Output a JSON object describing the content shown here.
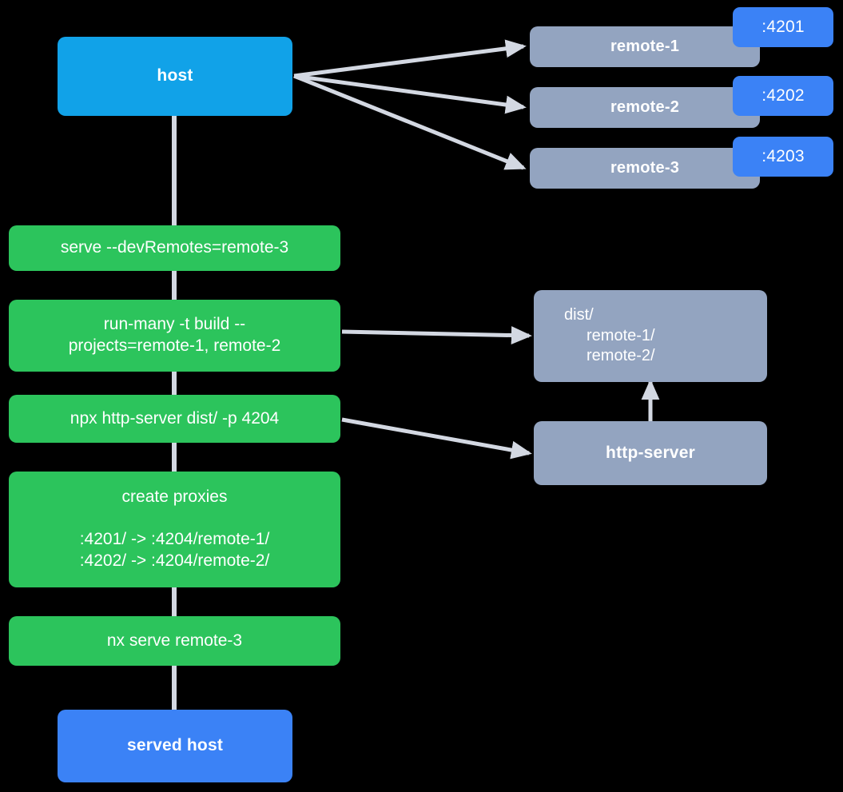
{
  "diagram": {
    "title": "nx module federation serve flow",
    "background": "#000000",
    "colors": {
      "host": "#11a2e8",
      "served_host": "#3b82f6",
      "command": "#2cc45c",
      "remote": "#93a4c0",
      "badge": "#3b82f6",
      "edge": "#d3d8e2"
    }
  },
  "nodes": {
    "host": {
      "label": "host"
    },
    "served_host": {
      "label": "served host"
    },
    "remotes": [
      {
        "label": "remote-1",
        "port": ":4201"
      },
      {
        "label": "remote-2",
        "port": ":4202"
      },
      {
        "label": "remote-3",
        "port": ":4203"
      }
    ],
    "commands": [
      {
        "id": "serve",
        "line1": "serve --devRemotes=remote-3"
      },
      {
        "id": "run-many",
        "line1": "run-many -t build --",
        "line2": "projects=remote-1, remote-2"
      },
      {
        "id": "http-server-cmd",
        "line1": "npx http-server dist/ -p 4204"
      },
      {
        "id": "create-proxies",
        "line1": "create proxies",
        "proxy1": ":4201/ -> :4204/remote-1/",
        "proxy2": ":4202/ -> :4204/remote-2/"
      },
      {
        "id": "nx-serve",
        "line1": "nx serve remote-3"
      }
    ],
    "dist": {
      "line1": "dist/",
      "line2": "remote-1/",
      "line3": "remote-2/"
    },
    "http_server": {
      "label": "http-server"
    }
  }
}
